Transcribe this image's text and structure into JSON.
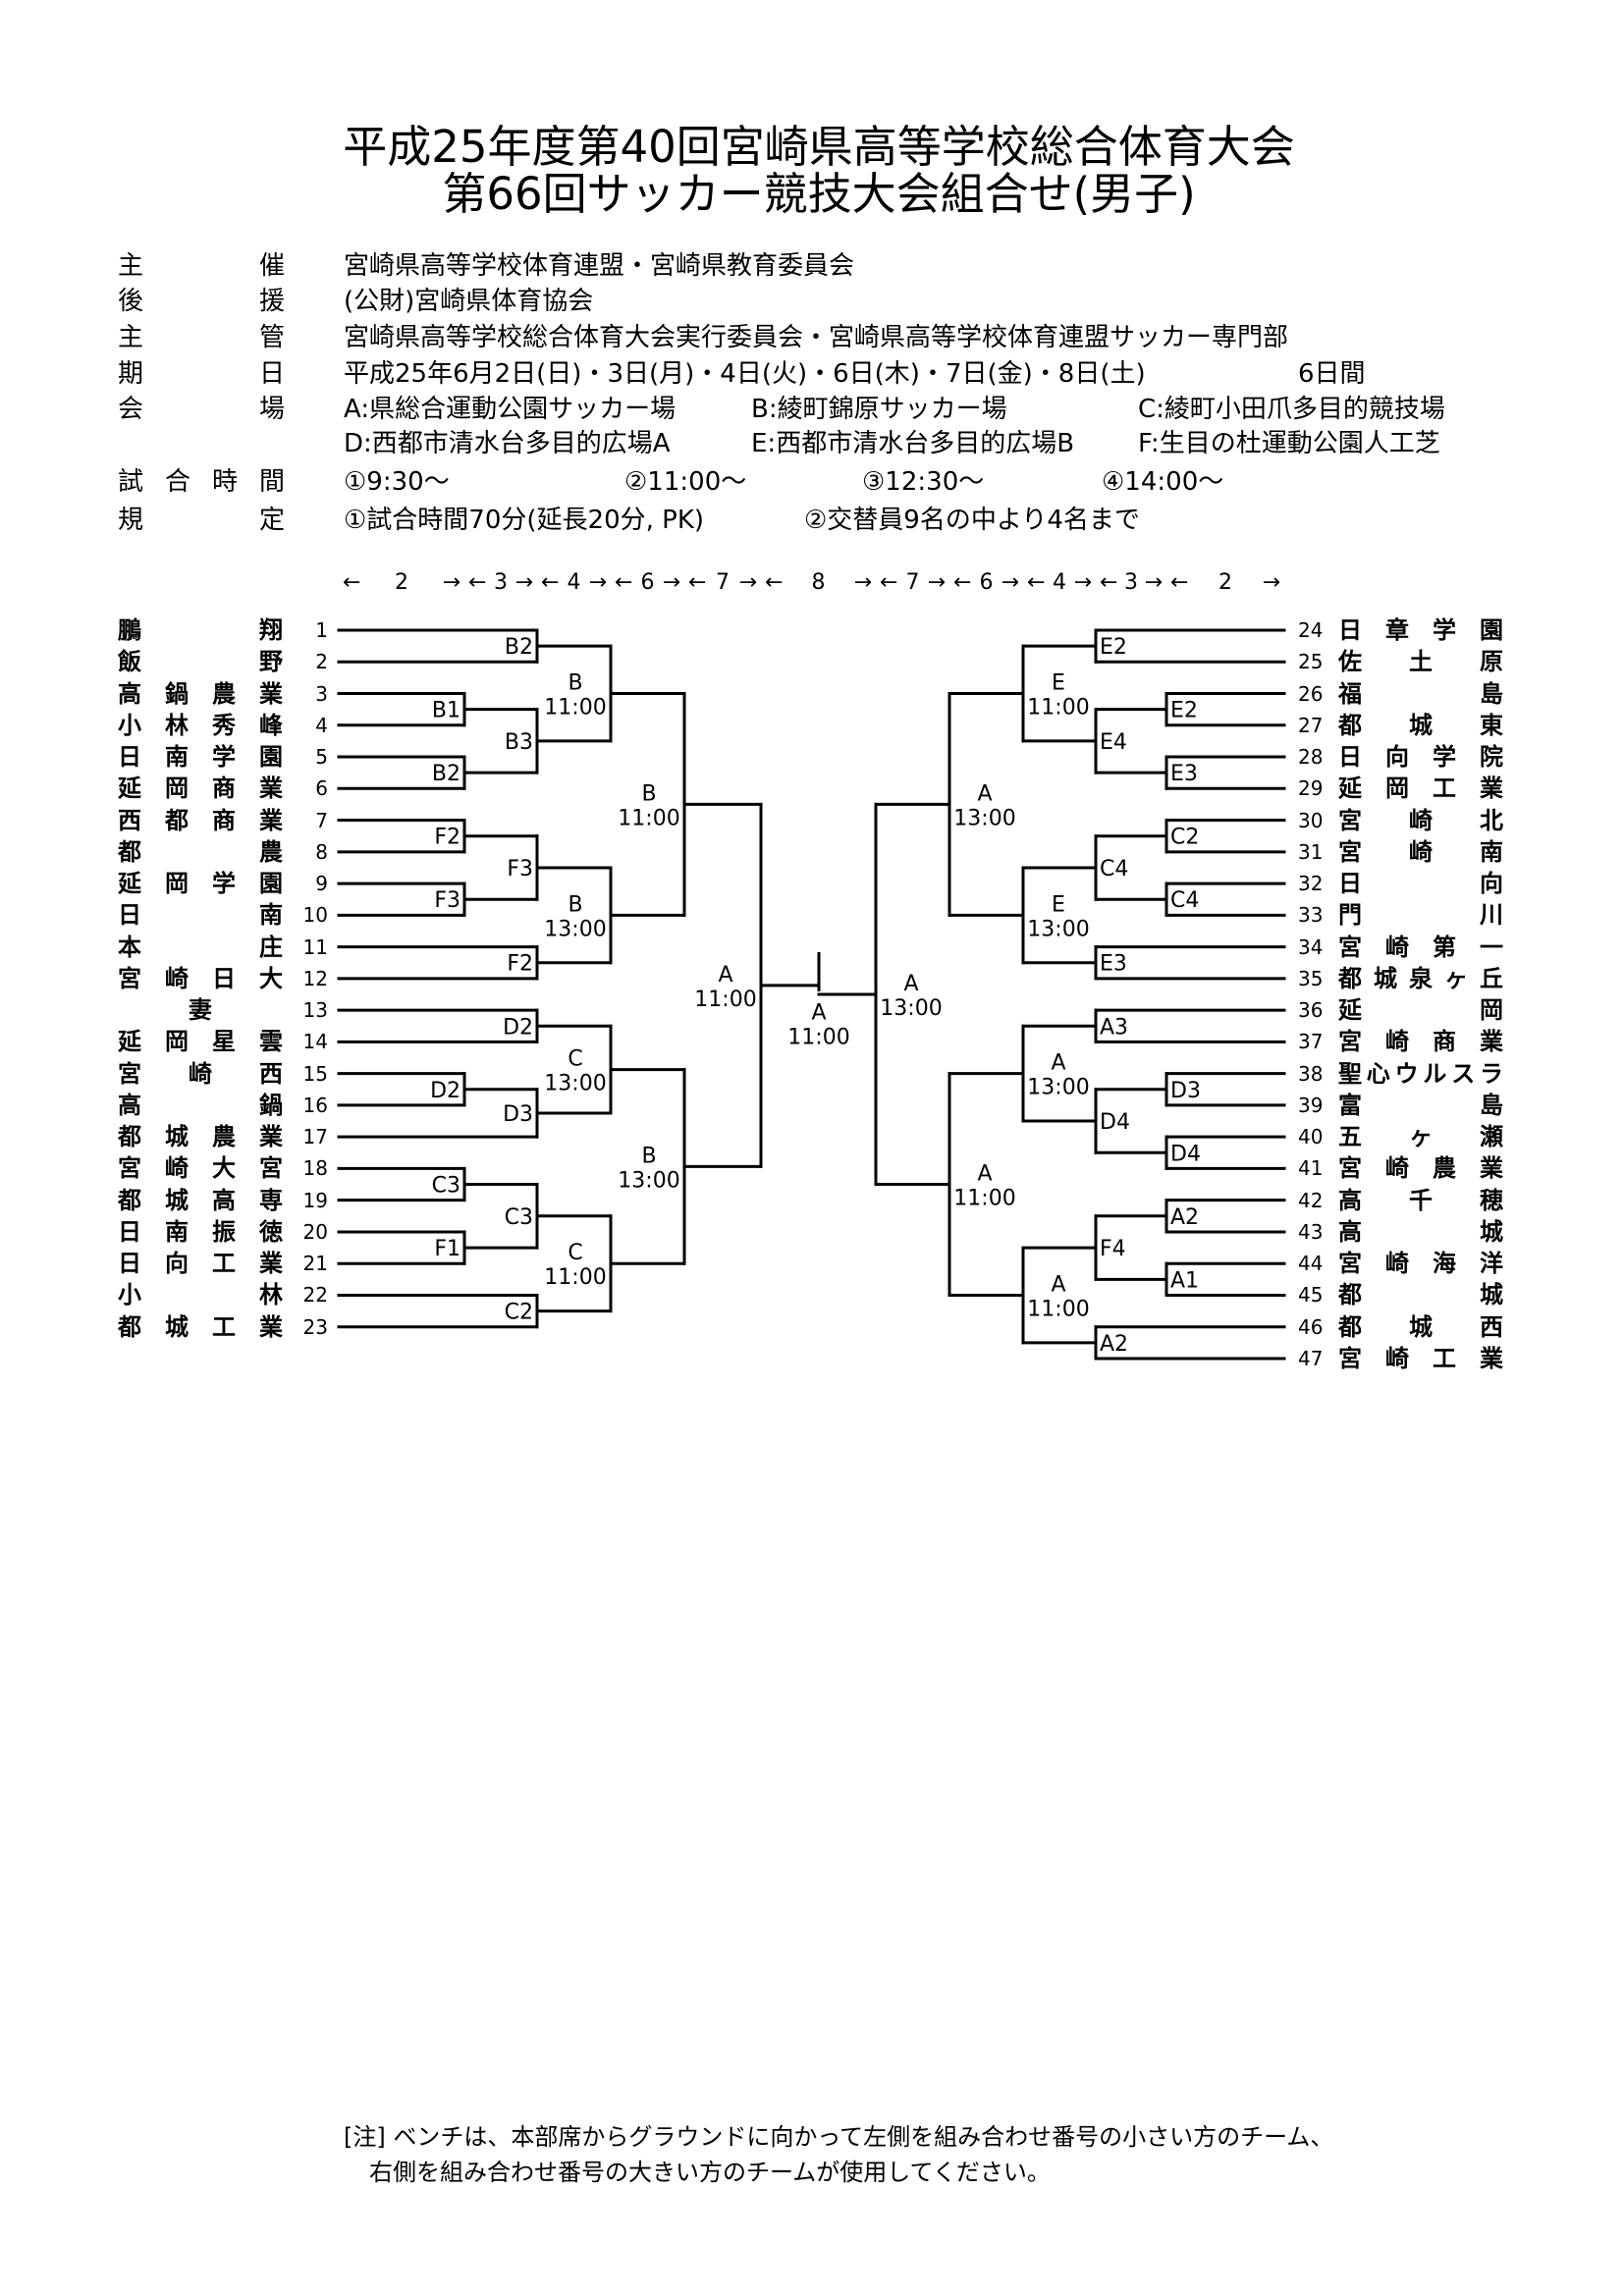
{
  "title": {
    "line1": "平成25年度第40回宮崎県高等学校総合体育大会",
    "line2": "第66回サッカー競技大会組合せ(男子)"
  },
  "info": {
    "sponsor_label": "主催",
    "sponsor": "宮崎県高等学校体育連盟・宮崎県教育委員会",
    "support_label": "後援",
    "support": "(公財)宮崎県体育協会",
    "manager_label": "主管",
    "manager": "宮崎県高等学校総合体育大会実行委員会・宮崎県高等学校体育連盟サッカー専門部",
    "dates_label": "期日",
    "dates": "平成25年6月2日(日)・3日(月)・4日(火)・6日(木)・7日(金)・8日(土)",
    "days": "6日間",
    "venue_label": "会場",
    "venues": [
      "A:県総合運動公園サッカー場",
      "B:綾町錦原サッカー場",
      "C:綾町小田爪多目的競技場",
      "D:西都市清水台多目的広場A",
      "E:西都市清水台多目的広場B",
      "F:生目の杜運動公園人工芝"
    ],
    "times_label": "試合時間",
    "times": [
      "①9:30～",
      "②11:00～",
      "③12:30～",
      "④14:00～"
    ],
    "rules_label": "規定",
    "rules": [
      "①試合時間70分(延長20分, PK)",
      "②交替員9名の中より4名まで"
    ]
  },
  "day_arrows": [
    "← 2 →",
    "←3→",
    "←4→",
    "←6→",
    "←7→",
    "← 8 →",
    "←7→",
    "←6→",
    "←4→",
    "←3→",
    "← 2 →"
  ],
  "teams_left": [
    "鵬翔",
    "飯野",
    "高鍋農業",
    "小林秀峰",
    "日南学園",
    "延岡商業",
    "西都商業",
    "都農",
    "延岡学園",
    "日南",
    "本庄",
    "宮崎日大",
    "妻",
    "延岡星雲",
    "宮崎西",
    "高鍋",
    "都城農業",
    "宮崎大宮",
    "都城高専",
    "日南振徳",
    "日向工業",
    "小林",
    "都城工業"
  ],
  "teams_right": [
    "日章学園",
    "佐土原",
    "福島",
    "都城東",
    "日向学院",
    "延岡工業",
    "宮崎北",
    "宮崎南",
    "日向",
    "門川",
    "宮崎第一",
    "都城泉ヶ丘",
    "延岡",
    "宮崎商業",
    "聖心ウルスラ",
    "富島",
    "五ヶ瀬",
    "宮崎農業",
    "高千穂",
    "高城",
    "宮崎海洋",
    "都城",
    "都城西",
    "宮崎工業"
  ],
  "bracket_left": {
    "label": [
      "A",
      "11:00"
    ],
    "lvl": 5,
    "c": [
      {
        "label": [
          "B",
          "11:00"
        ],
        "lvl": 4,
        "c": [
          {
            "label": [
              "B",
              "11:00"
            ],
            "lvl": 3,
            "c": [
              {
                "label": [
                  "B2"
                ],
                "lvl": 2,
                "c": [
                  1,
                  2
                ]
              },
              {
                "label": [
                  "B3"
                ],
                "lvl": 2,
                "c": [
                  {
                    "label": [
                      "B1"
                    ],
                    "lvl": 1,
                    "c": [
                      3,
                      4
                    ]
                  },
                  {
                    "label": [
                      "B2"
                    ],
                    "lvl": 1,
                    "c": [
                      5,
                      6
                    ]
                  }
                ]
              }
            ]
          },
          {
            "label": [
              "B",
              "13:00"
            ],
            "lvl": 3,
            "c": [
              {
                "label": [
                  "F3"
                ],
                "lvl": 2,
                "c": [
                  {
                    "label": [
                      "F2"
                    ],
                    "lvl": 1,
                    "c": [
                      7,
                      8
                    ]
                  },
                  {
                    "label": [
                      "F3"
                    ],
                    "lvl": 1,
                    "c": [
                      9,
                      10
                    ]
                  }
                ]
              },
              {
                "label": [
                  "F2"
                ],
                "lvl": 2,
                "c": [
                  11,
                  12
                ]
              }
            ]
          }
        ]
      },
      {
        "label": [
          "B",
          "13:00"
        ],
        "lvl": 4,
        "c": [
          {
            "label": [
              "C",
              "13:00"
            ],
            "lvl": 3,
            "c": [
              {
                "label": [
                  "D2"
                ],
                "lvl": 2,
                "c": [
                  13,
                  14
                ]
              },
              {
                "label": [
                  "D3"
                ],
                "lvl": 2,
                "c": [
                  {
                    "label": [
                      "D2"
                    ],
                    "lvl": 1,
                    "c": [
                      15,
                      16
                    ]
                  },
                  17
                ]
              }
            ]
          },
          {
            "label": [
              "C",
              "11:00"
            ],
            "lvl": 3,
            "c": [
              {
                "label": [
                  "C3"
                ],
                "lvl": 2,
                "c": [
                  {
                    "label": [
                      "C3"
                    ],
                    "lvl": 1,
                    "c": [
                      18,
                      19
                    ]
                  },
                  {
                    "label": [
                      "F1"
                    ],
                    "lvl": 1,
                    "c": [
                      20,
                      21
                    ]
                  }
                ]
              },
              {
                "label": [
                  "C2"
                ],
                "lvl": 2,
                "c": [
                  22,
                  23
                ]
              }
            ]
          }
        ]
      }
    ]
  },
  "bracket_right": {
    "label": [
      "A",
      "13:00"
    ],
    "lvl": 5,
    "c": [
      {
        "label": [
          "A",
          "13:00"
        ],
        "lvl": 4,
        "c": [
          {
            "label": [
              "E",
              "11:00"
            ],
            "lvl": 3,
            "c": [
              {
                "label": [
                  "E2"
                ],
                "lvl": 2,
                "c": [
                  24,
                  25
                ]
              },
              {
                "label": [
                  "E4"
                ],
                "lvl": 2,
                "c": [
                  {
                    "label": [
                      "E2"
                    ],
                    "lvl": 1,
                    "c": [
                      26,
                      27
                    ]
                  },
                  {
                    "label": [
                      "E3"
                    ],
                    "lvl": 1,
                    "c": [
                      28,
                      29
                    ]
                  }
                ]
              }
            ]
          },
          {
            "label": [
              "E",
              "13:00"
            ],
            "lvl": 3,
            "c": [
              {
                "label": [
                  "C4"
                ],
                "lvl": 2,
                "c": [
                  {
                    "label": [
                      "C2"
                    ],
                    "lvl": 1,
                    "c": [
                      30,
                      31
                    ]
                  },
                  {
                    "label": [
                      "C4"
                    ],
                    "lvl": 1,
                    "c": [
                      32,
                      33
                    ]
                  }
                ]
              },
              {
                "label": [
                  "E3"
                ],
                "lvl": 2,
                "c": [
                  34,
                  35
                ]
              }
            ]
          }
        ]
      },
      {
        "label": [
          "A",
          "11:00"
        ],
        "lvl": 4,
        "c": [
          {
            "label": [
              "A",
              "13:00"
            ],
            "lvl": 3,
            "c": [
              {
                "label": [
                  "A3"
                ],
                "lvl": 2,
                "c": [
                  36,
                  37
                ]
              },
              {
                "label": [
                  "D4"
                ],
                "lvl": 2,
                "c": [
                  {
                    "label": [
                      "D3"
                    ],
                    "lvl": 1,
                    "c": [
                      38,
                      39
                    ]
                  },
                  {
                    "label": [
                      "D4"
                    ],
                    "lvl": 1,
                    "c": [
                      40,
                      41
                    ]
                  }
                ]
              }
            ]
          },
          {
            "label": [
              "A",
              "11:00"
            ],
            "lvl": 3,
            "c": [
              {
                "label": [
                  "F4"
                ],
                "lvl": 2,
                "c": [
                  {
                    "label": [
                      "A2"
                    ],
                    "lvl": 1,
                    "c": [
                      42,
                      43
                    ]
                  },
                  {
                    "label": [
                      "A1"
                    ],
                    "lvl": 1,
                    "c": [
                      44,
                      45
                    ]
                  }
                ]
              },
              {
                "label": [
                  "A2"
                ],
                "lvl": 2,
                "c": [
                  46,
                  47
                ]
              }
            ]
          }
        ]
      }
    ]
  },
  "final": {
    "label": [
      "A",
      "11:00"
    ]
  },
  "note": {
    "line1": "[注] ベンチは、本部席からグラウンドに向かって左側を組み合わせ番号の小さい方のチーム、",
    "line2": "右側を組み合わせ番号の大きい方のチームが使用してください。"
  }
}
